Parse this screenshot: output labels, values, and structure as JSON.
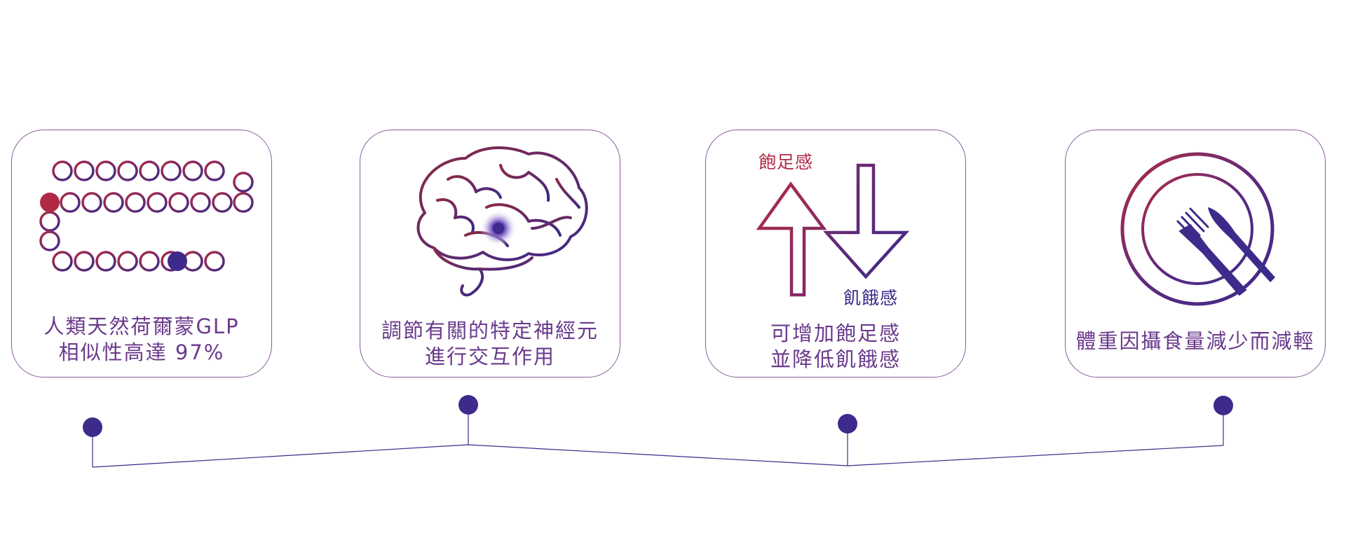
{
  "colors": {
    "accent_red": "#b02a45",
    "accent_purple": "#3d2a8a",
    "text_purple": "#6a3a8c",
    "border": "#8a5a9a"
  },
  "cards": [
    {
      "icon": "glp-peptide-chain-icon",
      "caption_lines": [
        "人類天然荷爾蒙GLP",
        "相似性高達 97%"
      ]
    },
    {
      "icon": "brain-icon",
      "caption_lines": [
        "調節有關的特定神經元",
        "進行交互作用"
      ]
    },
    {
      "icon": "up-down-arrows-icon",
      "up_label": "飽足感",
      "down_label": "飢餓感",
      "caption_lines": [
        "可增加飽足感",
        "並降低飢餓感"
      ]
    },
    {
      "icon": "plate-fork-knife-icon",
      "caption_lines": [
        "體重因攝食量減少而減輕"
      ]
    }
  ]
}
